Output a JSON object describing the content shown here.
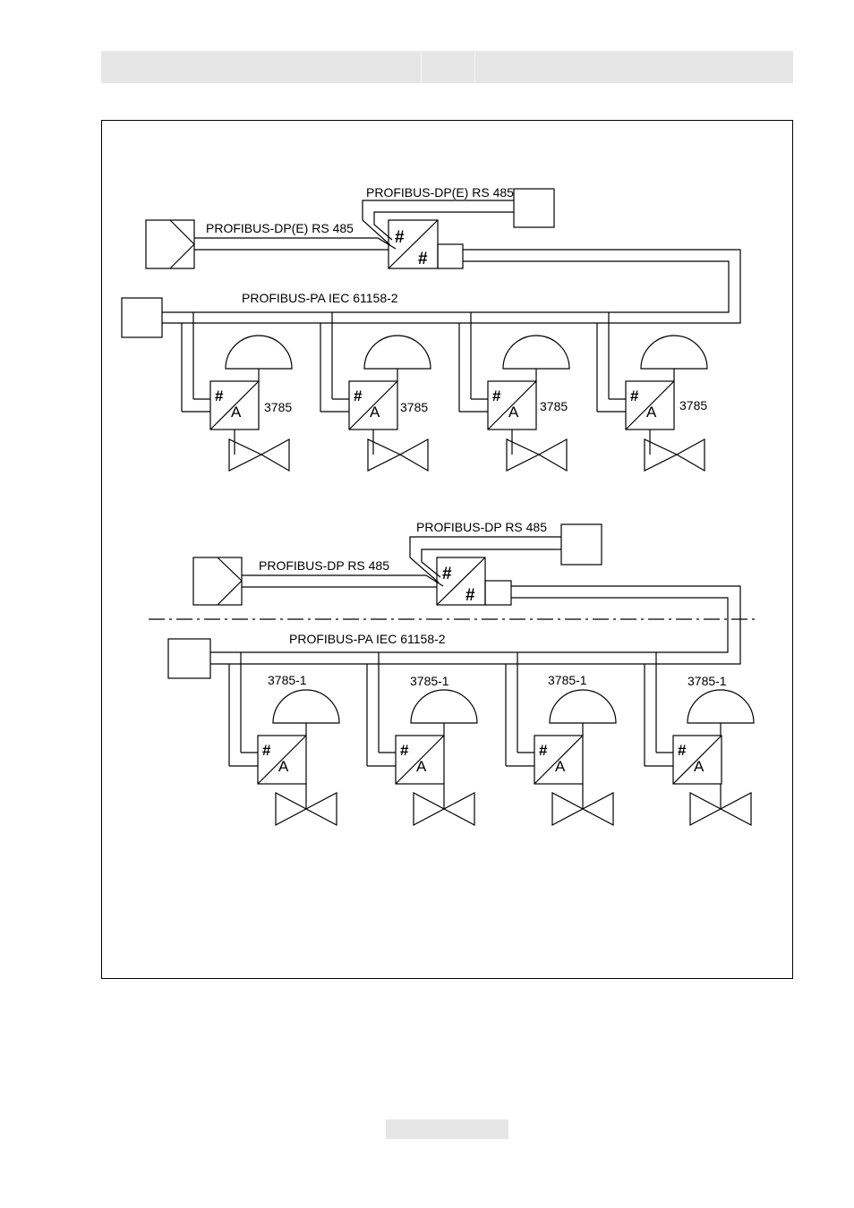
{
  "diagrams": [
    {
      "dp_label_top": "PROFIBUS-DP(E) RS 485",
      "dp_label_left": "PROFIBUS-DP(E) RS 485",
      "pa_label": "PROFIBUS-PA IEC 61158-2",
      "device_label": "3785",
      "device_count": 4
    },
    {
      "dp_label_top": "PROFIBUS-DP RS 485",
      "dp_label_left": "PROFIBUS-DP RS 485",
      "pa_label": "PROFIBUS-PA IEC 61158-2",
      "device_label": "3785-1",
      "device_count": 4
    }
  ],
  "symbols": {
    "digital": "#",
    "analog": "A"
  }
}
